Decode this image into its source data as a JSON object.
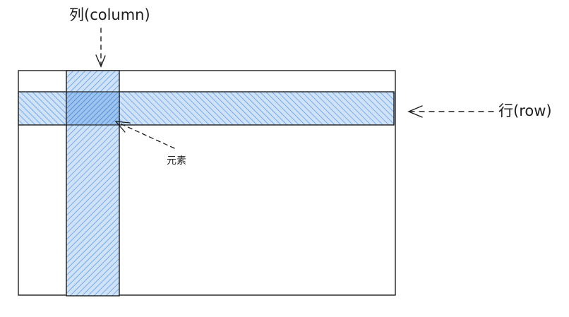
{
  "labels": {
    "column": "列(column)",
    "row": "行(row)",
    "element": "元素"
  },
  "colors": {
    "stroke": "#1e1e1e",
    "hatch": "#4a90e2",
    "hatch_fill": "#a5c8f0",
    "background": "#ffffff"
  }
}
